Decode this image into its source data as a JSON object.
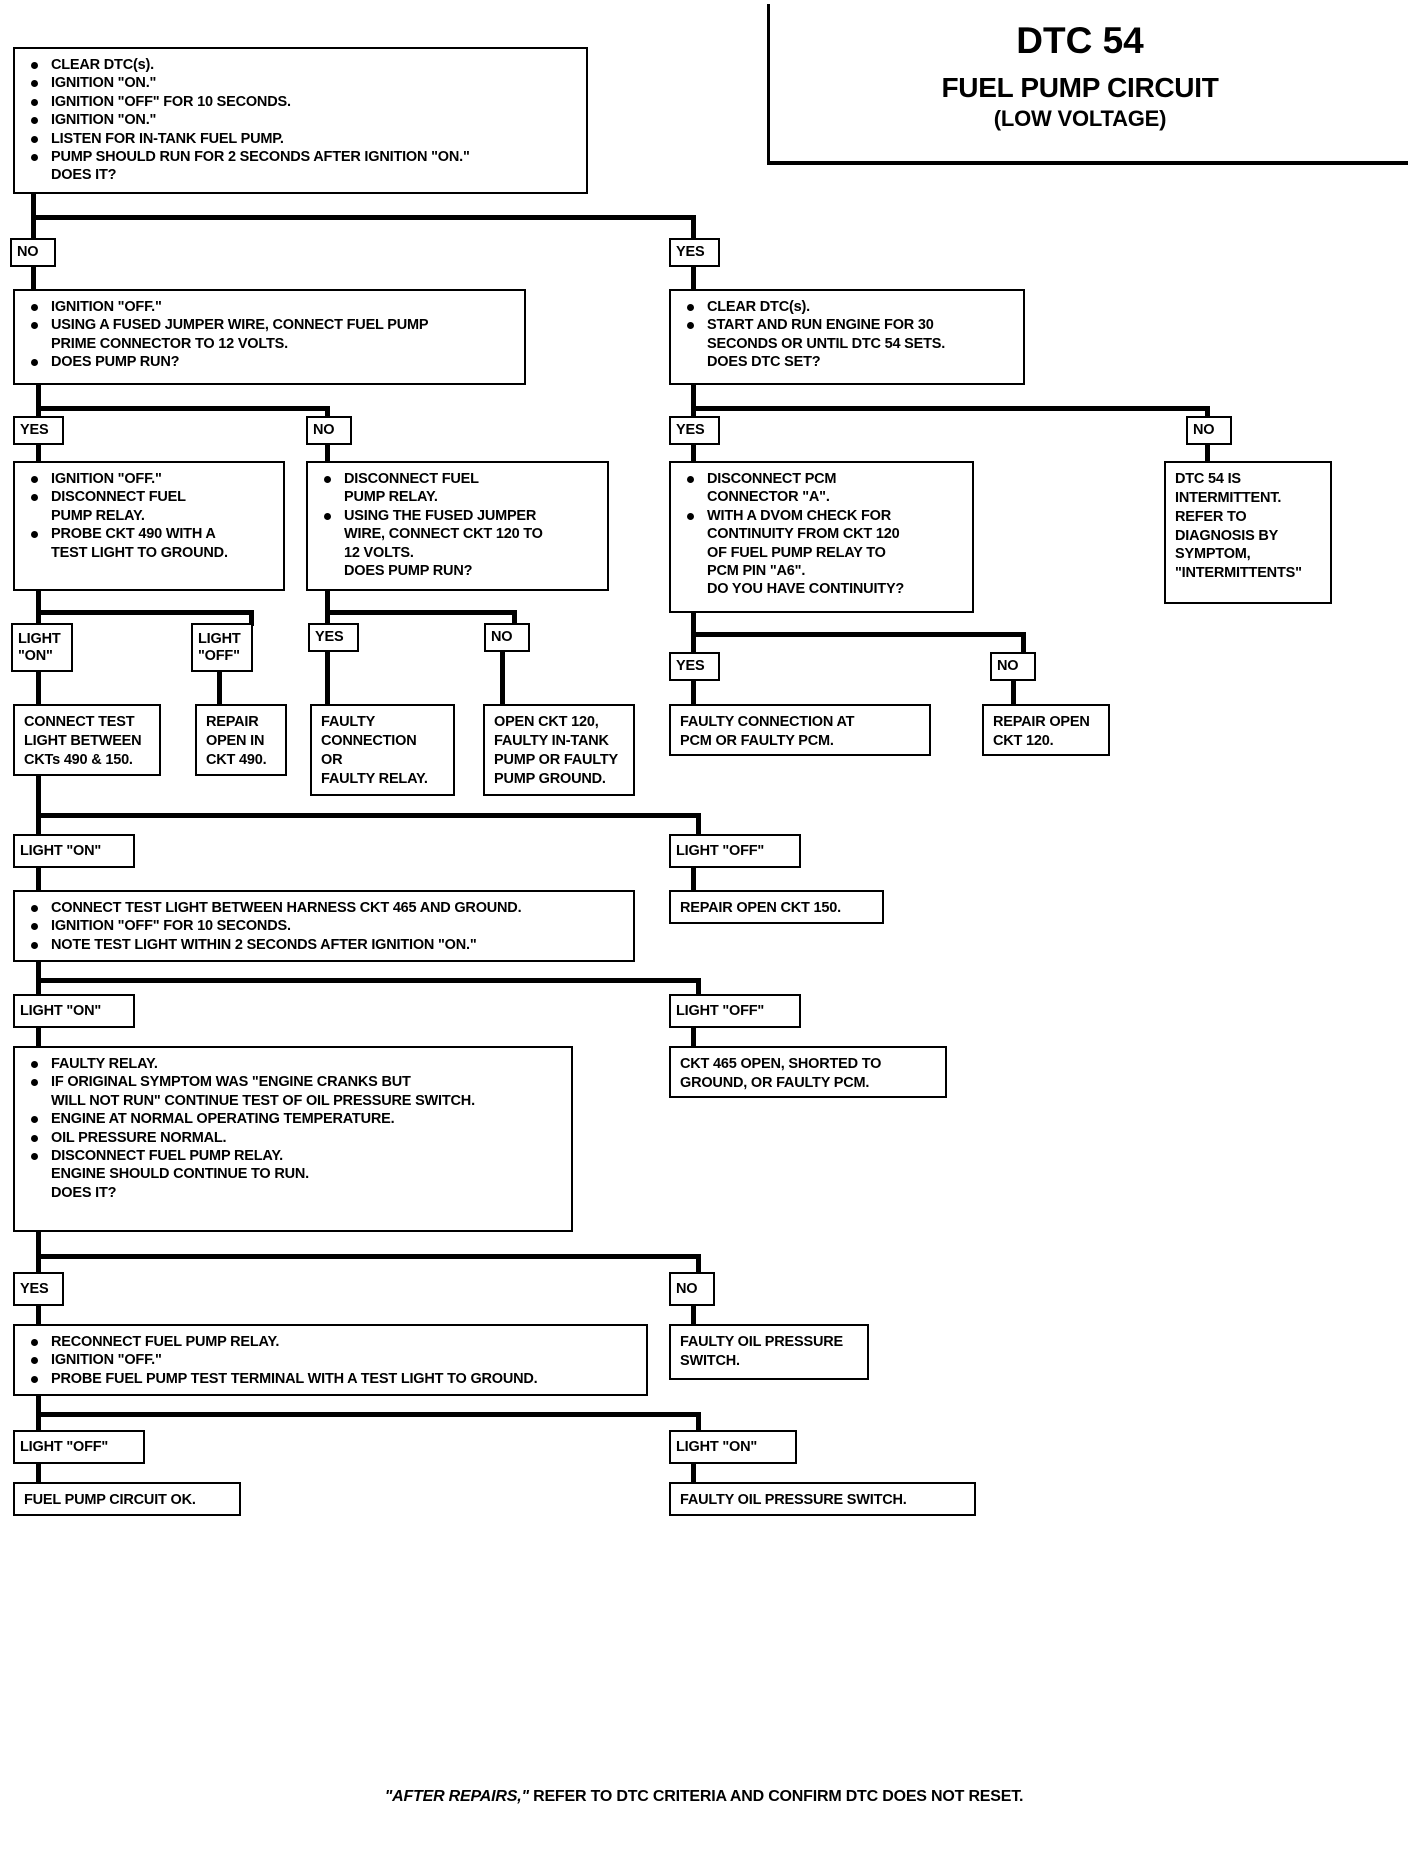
{
  "header": {
    "dtc_title": "DTC 54",
    "subtitle_1": "FUEL PUMP CIRCUIT",
    "subtitle_2": "(LOW VOLTAGE)"
  },
  "footer": {
    "emphasis": "\"AFTER REPAIRS,\"",
    "rest": " REFER TO DTC CRITERIA AND CONFIRM DTC DOES NOT RESET."
  },
  "labels": {
    "no": "NO",
    "yes": "YES",
    "light_on_2line": "LIGHT\n\"ON\"",
    "light_off_2line": "LIGHT\n\"OFF\"",
    "light_on": "LIGHT \"ON\"",
    "light_off": "LIGHT \"OFF\""
  },
  "steps": {
    "step1": {
      "bullets": [
        "CLEAR DTC(s).",
        "IGNITION \"ON.\"",
        "IGNITION \"OFF\" FOR 10 SECONDS.",
        "IGNITION \"ON.\"",
        "LISTEN FOR IN-TANK FUEL PUMP.",
        "PUMP SHOULD RUN FOR 2 SECONDS AFTER IGNITION \"ON.\"\nDOES IT?"
      ]
    },
    "step2_left": {
      "bullets": [
        "IGNITION \"OFF.\"",
        "USING A FUSED JUMPER WIRE, CONNECT FUEL PUMP\nPRIME CONNECTOR TO 12 VOLTS.",
        "DOES PUMP RUN?"
      ]
    },
    "step2_right": {
      "bullets": [
        "CLEAR DTC(s).",
        "START AND RUN ENGINE FOR 30\nSECONDS OR UNTIL DTC 54 SETS.\nDOES DTC SET?"
      ]
    },
    "step3_a": {
      "bullets": [
        "IGNITION \"OFF.\"",
        "DISCONNECT FUEL\nPUMP RELAY.",
        "PROBE CKT 490 WITH A\nTEST LIGHT TO GROUND."
      ]
    },
    "step3_b": {
      "bullets": [
        "DISCONNECT FUEL\nPUMP RELAY.",
        "USING THE FUSED JUMPER\nWIRE, CONNECT CKT 120 TO\n12 VOLTS.\nDOES PUMP RUN?"
      ]
    },
    "step3_c": {
      "bullets": [
        "DISCONNECT PCM\nCONNECTOR \"A\".",
        "WITH A DVOM CHECK FOR\nCONTINUITY FROM CKT 120\nOF FUEL PUMP RELAY TO\nPCM PIN \"A6\".\nDO YOU HAVE CONTINUITY?"
      ]
    },
    "step3_d": {
      "lines": "DTC 54 IS\nINTERMITTENT.\nREFER TO\nDIAGNOSIS BY\nSYMPTOM,\n\"INTERMITTENTS\""
    },
    "r_connect_test": {
      "lines": "CONNECT TEST\nLIGHT BETWEEN\nCKTs 490 & 150."
    },
    "r_repair_490": {
      "lines": "REPAIR\nOPEN IN\nCKT 490."
    },
    "r_faulty_conn": {
      "lines": "FAULTY\nCONNECTION\nOR\nFAULTY RELAY."
    },
    "r_open_120": {
      "lines": "OPEN CKT 120,\nFAULTY IN-TANK\nPUMP OR FAULTY\nPUMP GROUND."
    },
    "r_faulty_pcm": {
      "lines": "FAULTY CONNECTION AT\nPCM OR FAULTY PCM."
    },
    "r_repair_open_120": {
      "lines": "REPAIR OPEN\nCKT 120."
    },
    "step4": {
      "bullets": [
        "CONNECT TEST LIGHT BETWEEN HARNESS CKT 465 AND GROUND.",
        "IGNITION \"OFF\" FOR 10 SECONDS.",
        "NOTE TEST LIGHT WITHIN 2 SECONDS AFTER IGNITION \"ON.\""
      ]
    },
    "r_repair_150": {
      "lines": "REPAIR OPEN CKT 150."
    },
    "step5": {
      "bullets": [
        "FAULTY RELAY.",
        "IF ORIGINAL SYMPTOM WAS \"ENGINE CRANKS BUT\nWILL NOT RUN\" CONTINUE TEST OF OIL PRESSURE SWITCH.",
        "ENGINE AT NORMAL OPERATING TEMPERATURE.",
        "OIL PRESSURE NORMAL.",
        "DISCONNECT FUEL PUMP RELAY.\nENGINE SHOULD CONTINUE TO RUN.\nDOES IT?"
      ]
    },
    "r_ckt465": {
      "lines": "CKT 465 OPEN, SHORTED TO\nGROUND, OR FAULTY PCM."
    },
    "step6": {
      "bullets": [
        "RECONNECT FUEL PUMP RELAY.",
        "IGNITION \"OFF.\"",
        "PROBE FUEL PUMP TEST TERMINAL WITH A TEST LIGHT TO GROUND."
      ]
    },
    "r_faulty_ops": {
      "lines": "FAULTY OIL PRESSURE\nSWITCH."
    },
    "r_circuit_ok": {
      "lines": "FUEL PUMP CIRCUIT OK."
    },
    "r_faulty_ops2": {
      "lines": "FAULTY OIL PRESSURE SWITCH."
    }
  }
}
